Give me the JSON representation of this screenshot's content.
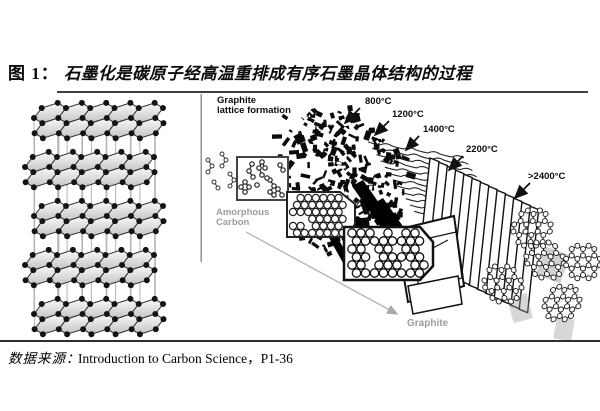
{
  "figure": {
    "label": "图 1：",
    "title": "石墨化是碳原子经高温重排成有序石墨晶体结构的过程",
    "source_prefix": "数据来源：",
    "source_text": "Introduction to Carbon Science，P1-36"
  },
  "process_diagram": {
    "formation_label": [
      "Graphite",
      "lattice formation"
    ],
    "temperatures": [
      "800°C",
      "1200°C",
      "1400°C",
      "2200°C",
      ">2400°C"
    ],
    "amorphous_label": [
      "Amorphous",
      "Carbon"
    ],
    "graphite_label": "Graphite"
  },
  "colors": {
    "ink": "#111111",
    "gray_label": "#9c9c9c",
    "divider": "#3f3f3f",
    "lattice_line": "#b4b4b4"
  }
}
